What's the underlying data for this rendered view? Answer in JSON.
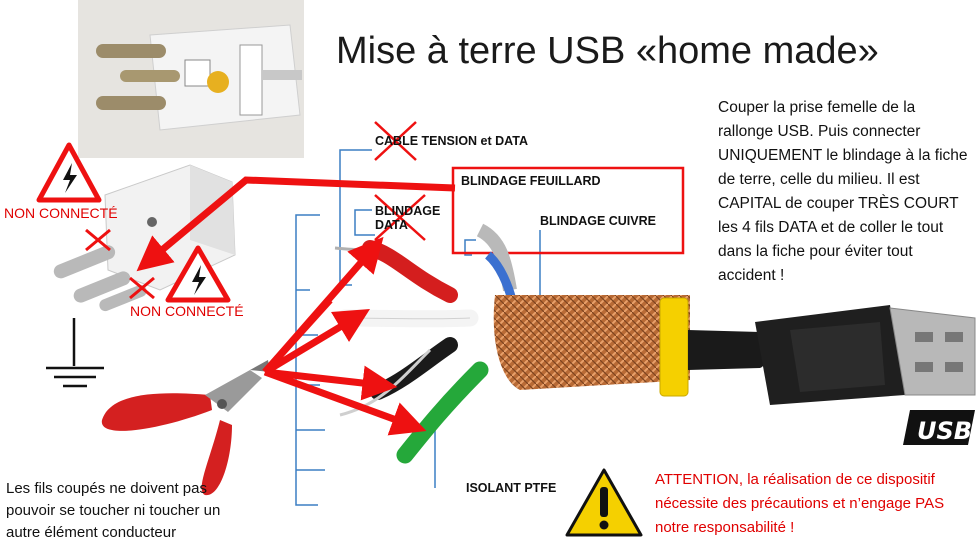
{
  "title": "Mise à terre USB «home made»",
  "instructions": "Couper la prise femelle de la rallonge USB. Puis connecter UNIQUEMENT le blindage à la fiche de terre, celle du milieu. Il est CAPITAL de couper TRÈS COURT les 4 fils DATA et de coller le tout dans la fiche pour éviter tout accident !",
  "labels": {
    "non_connecte_left": "NON CONNECTÉ",
    "non_connecte_right": "NON CONNECTÉ",
    "cable_tension": "CABLE TENSION et DATA",
    "blindage_feuillard": "BLINDAGE FEUILLARD",
    "blindage_data_line1": "BLINDAGE",
    "blindage_data_line2": "DATA",
    "blindage_cuivre": "BLINDAGE CUIVRE",
    "isolant": "ISOLANT PTFE",
    "usb_logo": "USB"
  },
  "bottom_note": "Les fils coupés ne doivent pas pouvoir se toucher ni toucher un autre élément conducteur",
  "warning": "ATTENTION, la réalisation de ce dispositif nécessite des précautions et n’engage PAS notre responsabilité !",
  "colors": {
    "arrow_red": "#ee1111",
    "warning_text": "#e00000",
    "callout_line": "#3b7fc4",
    "copper": "#c8733a",
    "usb_yellow": "#f5d000"
  },
  "icons": [
    "high-voltage-icon",
    "ground-icon",
    "warning-icon",
    "scissors-cutter-icon",
    "usb-plug-icon",
    "plug-icon"
  ]
}
